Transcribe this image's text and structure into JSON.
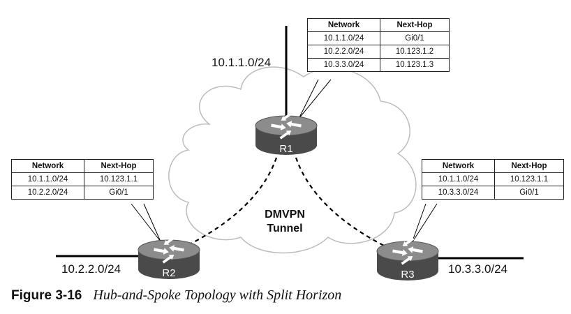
{
  "routers": {
    "r1": {
      "name": "R1"
    },
    "r2": {
      "name": "R2"
    },
    "r3": {
      "name": "R3"
    }
  },
  "networks": {
    "hub_lan": "10.1.1.0/24",
    "r2_lan": "10.2.2.0/24",
    "r3_lan": "10.3.3.0/24"
  },
  "tunnel": {
    "line1": "DMVPN",
    "line2": "Tunnel"
  },
  "tables": {
    "r1": {
      "headers": [
        "Network",
        "Next-Hop"
      ],
      "rows": [
        [
          "10.1.1.0/24",
          "Gi0/1"
        ],
        [
          "10.2.2.0/24",
          "10.123.1.2"
        ],
        [
          "10.3.3.0/24",
          "10.123.1.3"
        ]
      ]
    },
    "r2": {
      "headers": [
        "Network",
        "Next-Hop"
      ],
      "rows": [
        [
          "10.1.1.0/24",
          "10.123.1.1"
        ],
        [
          "10.2.2.0/24",
          "Gi0/1"
        ]
      ]
    },
    "r3": {
      "headers": [
        "Network",
        "Next-Hop"
      ],
      "rows": [
        [
          "10.1.1.0/24",
          "10.123.1.1"
        ],
        [
          "10.3.3.0/24",
          "Gi0/1"
        ]
      ]
    }
  },
  "caption": {
    "number": "Figure 3-16",
    "title": "Hub-and-Spoke Topology with Split Horizon"
  },
  "colors": {
    "router_body": "#4a4a4a",
    "router_top": "#8c8c8c",
    "cloud_stroke": "#bdbdbd"
  }
}
